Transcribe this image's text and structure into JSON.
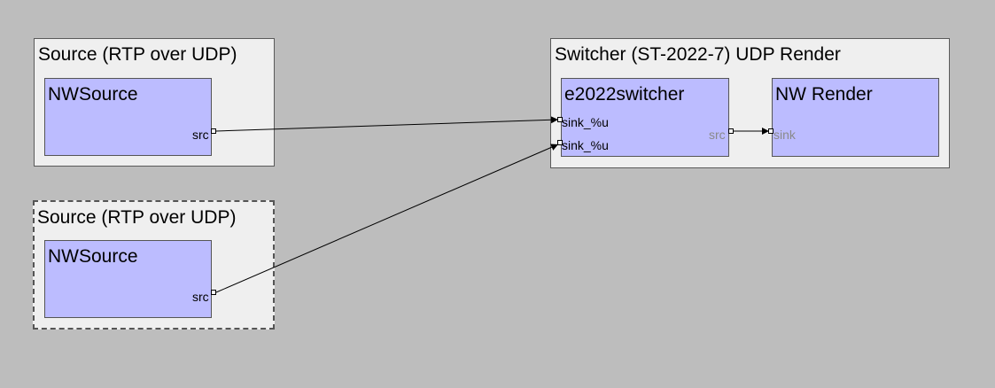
{
  "groups": {
    "source1": {
      "title": "Source (RTP over UDP)",
      "element": {
        "title": "NWSource",
        "src_pad": "src"
      }
    },
    "source2": {
      "title": "Source (RTP over UDP)",
      "element": {
        "title": "NWSource",
        "src_pad": "src"
      }
    },
    "switcher": {
      "title": "Switcher (ST-2022-7) UDP Render",
      "switcher_element": {
        "title": "e2022switcher",
        "sink_pad_1": "sink_%u",
        "sink_pad_2": "sink_%u",
        "src_pad": "src"
      },
      "render_element": {
        "title": "NW Render",
        "sink_pad": "sink"
      }
    }
  },
  "colors": {
    "background": "#bdbdbd",
    "group_fill": "#efefef",
    "element_fill": "#bcbcff",
    "link": "#000000"
  }
}
